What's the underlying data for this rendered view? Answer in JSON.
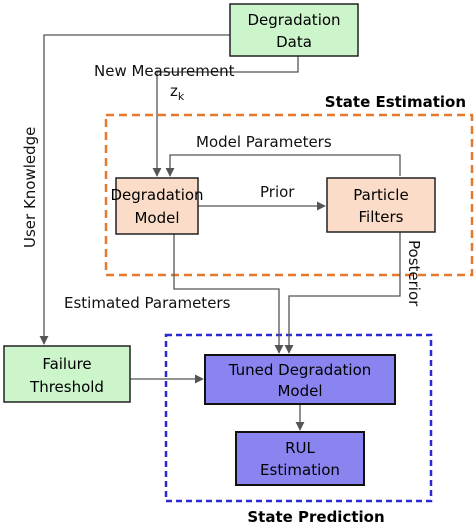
{
  "groups": {
    "state_estimation": {
      "label": "State Estimation",
      "color": "#e57a2f"
    },
    "state_prediction": {
      "label": "State Prediction",
      "color": "#2a2ad2"
    }
  },
  "nodes": {
    "degradation_data": {
      "line1": "Degradation",
      "line2": "Data",
      "fill": "#ccf5cc"
    },
    "degradation_model": {
      "line1": "Degradation",
      "line2": "Model",
      "fill": "#fbdcc8"
    },
    "particle_filters": {
      "line1": "Particle",
      "line2": "Filters",
      "fill": "#fbdcc8"
    },
    "failure_threshold": {
      "line1": "Failure",
      "line2": "Threshold",
      "fill": "#ccf5cc"
    },
    "tuned_model": {
      "line1": "Tuned Degradation",
      "line2": "Model",
      "fill": "#8a84f0"
    },
    "rul_estimation": {
      "line1": "RUL",
      "line2": "Estimation",
      "fill": "#8a84f0"
    }
  },
  "edges": {
    "new_measurement": "New Measurement",
    "zk": "z",
    "zk_sub": "k",
    "model_parameters": "Model Parameters",
    "prior": "Prior",
    "posterior": "Posterior",
    "estimated_parameters": "Estimated Parameters",
    "user_knowledge": "User Knowledge"
  }
}
